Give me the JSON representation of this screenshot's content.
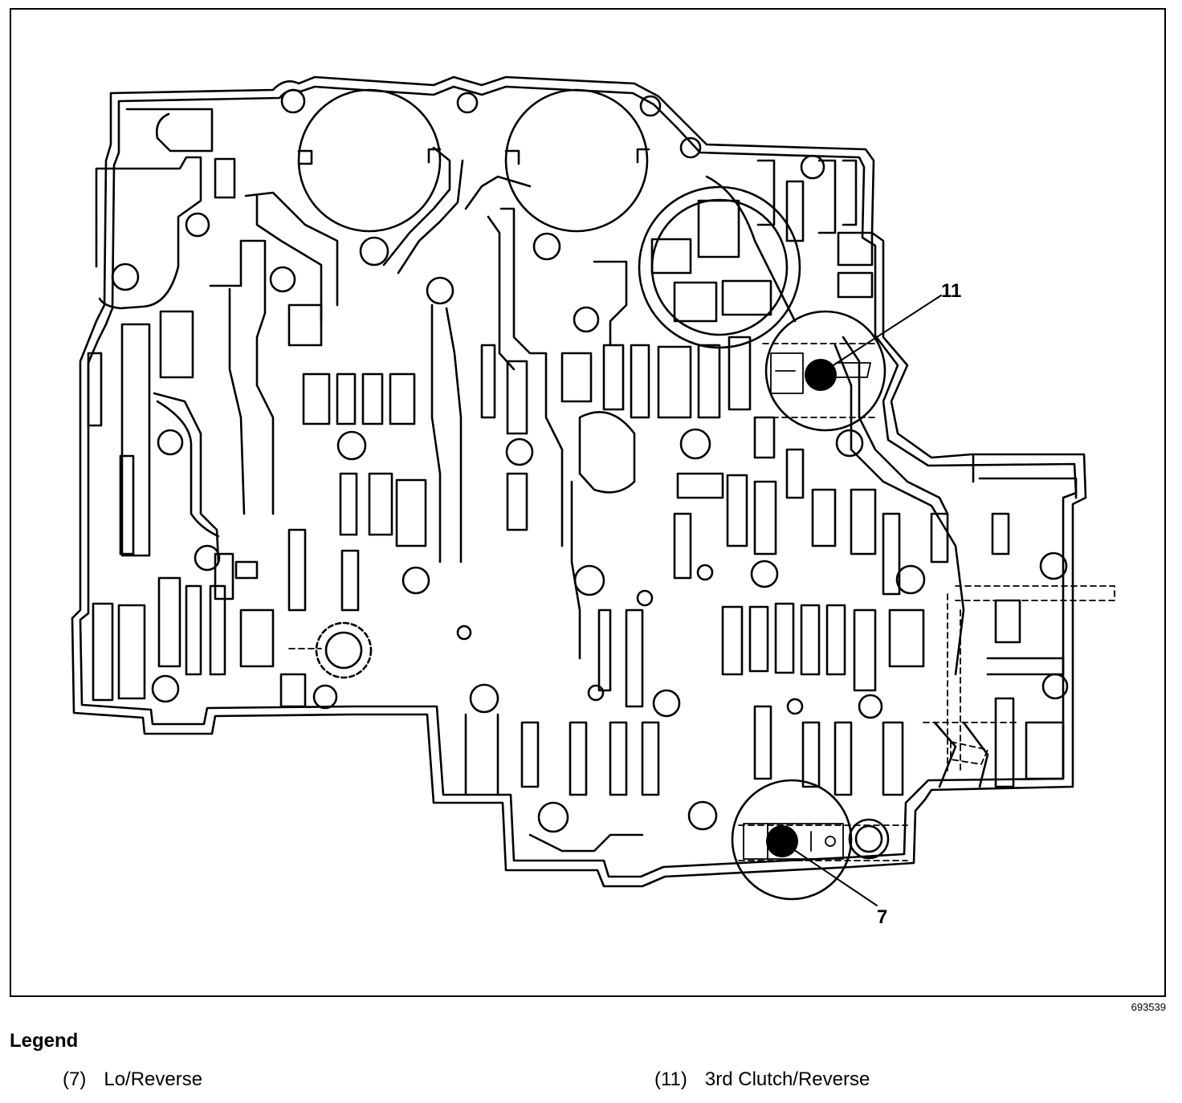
{
  "diagram": {
    "callouts": [
      {
        "number": "11",
        "ball": "check-ball-11"
      },
      {
        "number": "7",
        "ball": "check-ball-7"
      }
    ],
    "figure_id": "693539"
  },
  "legend": {
    "title": "Legend",
    "items": [
      {
        "number": "(7)",
        "label": "Lo/Reverse"
      },
      {
        "number": "(11)",
        "label": "3rd Clutch/Reverse"
      }
    ]
  }
}
